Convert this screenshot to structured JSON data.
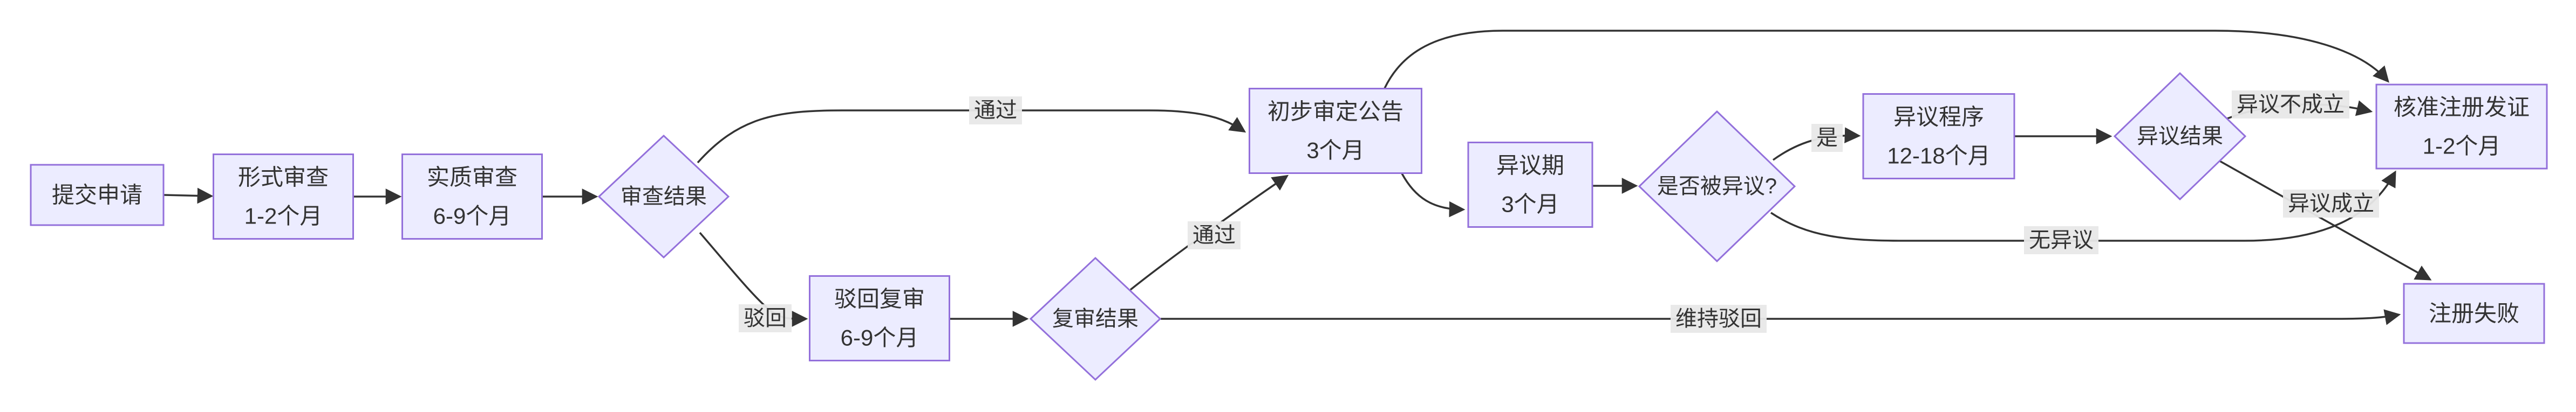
{
  "diagram": {
    "type": "flowchart",
    "direction": "left-to-right",
    "background_color": "#ffffff",
    "node_fill_color": "#ECECFF",
    "node_border_color": "#9370DB",
    "edge_color": "#333333",
    "edge_label_bg_color": "#e8e8e8",
    "text_color": "#333333",
    "nodes": [
      {
        "id": "submit-application",
        "shape": "rect",
        "lines": [
          "提交申请"
        ]
      },
      {
        "id": "formal-examination",
        "shape": "rect",
        "lines": [
          "形式审查",
          "1-2个月"
        ]
      },
      {
        "id": "substantive-examination",
        "shape": "rect",
        "lines": [
          "实质审查",
          "6-9个月"
        ]
      },
      {
        "id": "examination-result",
        "shape": "diamond",
        "lines": [
          "审查结果"
        ]
      },
      {
        "id": "rejection-review",
        "shape": "rect",
        "lines": [
          "驳回复审",
          "6-9个月"
        ]
      },
      {
        "id": "review-result",
        "shape": "diamond",
        "lines": [
          "复审结果"
        ]
      },
      {
        "id": "preliminary-announcement",
        "shape": "rect",
        "lines": [
          "初步审定公告",
          "3个月"
        ]
      },
      {
        "id": "opposition-period",
        "shape": "rect",
        "lines": [
          "异议期",
          "3个月"
        ]
      },
      {
        "id": "is-opposed",
        "shape": "diamond",
        "lines": [
          "是否被异议?"
        ]
      },
      {
        "id": "opposition-procedure",
        "shape": "rect",
        "lines": [
          "异议程序",
          "12-18个月"
        ]
      },
      {
        "id": "opposition-result",
        "shape": "diamond",
        "lines": [
          "异议结果"
        ]
      },
      {
        "id": "approve-registration",
        "shape": "rect",
        "lines": [
          "核准注册发证",
          "1-2个月"
        ]
      },
      {
        "id": "registration-failed",
        "shape": "rect",
        "lines": [
          "注册失败"
        ]
      }
    ],
    "edges": [
      {
        "from": "submit-application",
        "to": "formal-examination",
        "label": ""
      },
      {
        "from": "formal-examination",
        "to": "substantive-examination",
        "label": ""
      },
      {
        "from": "substantive-examination",
        "to": "examination-result",
        "label": ""
      },
      {
        "from": "examination-result",
        "to": "preliminary-announcement",
        "label": "通过"
      },
      {
        "from": "examination-result",
        "to": "rejection-review",
        "label": "驳回"
      },
      {
        "from": "rejection-review",
        "to": "review-result",
        "label": ""
      },
      {
        "from": "review-result",
        "to": "preliminary-announcement",
        "label": "通过"
      },
      {
        "from": "review-result",
        "to": "registration-failed",
        "label": "维持驳回"
      },
      {
        "from": "preliminary-announcement",
        "to": "opposition-period",
        "label": ""
      },
      {
        "from": "preliminary-announcement",
        "to": "approve-registration",
        "label": ""
      },
      {
        "from": "opposition-period",
        "to": "is-opposed",
        "label": ""
      },
      {
        "from": "is-opposed",
        "to": "opposition-procedure",
        "label": "是"
      },
      {
        "from": "is-opposed",
        "to": "approve-registration",
        "label": "无异议"
      },
      {
        "from": "opposition-procedure",
        "to": "opposition-result",
        "label": ""
      },
      {
        "from": "opposition-result",
        "to": "approve-registration",
        "label": "异议不成立"
      },
      {
        "from": "opposition-result",
        "to": "registration-failed",
        "label": "异议成立"
      }
    ]
  }
}
